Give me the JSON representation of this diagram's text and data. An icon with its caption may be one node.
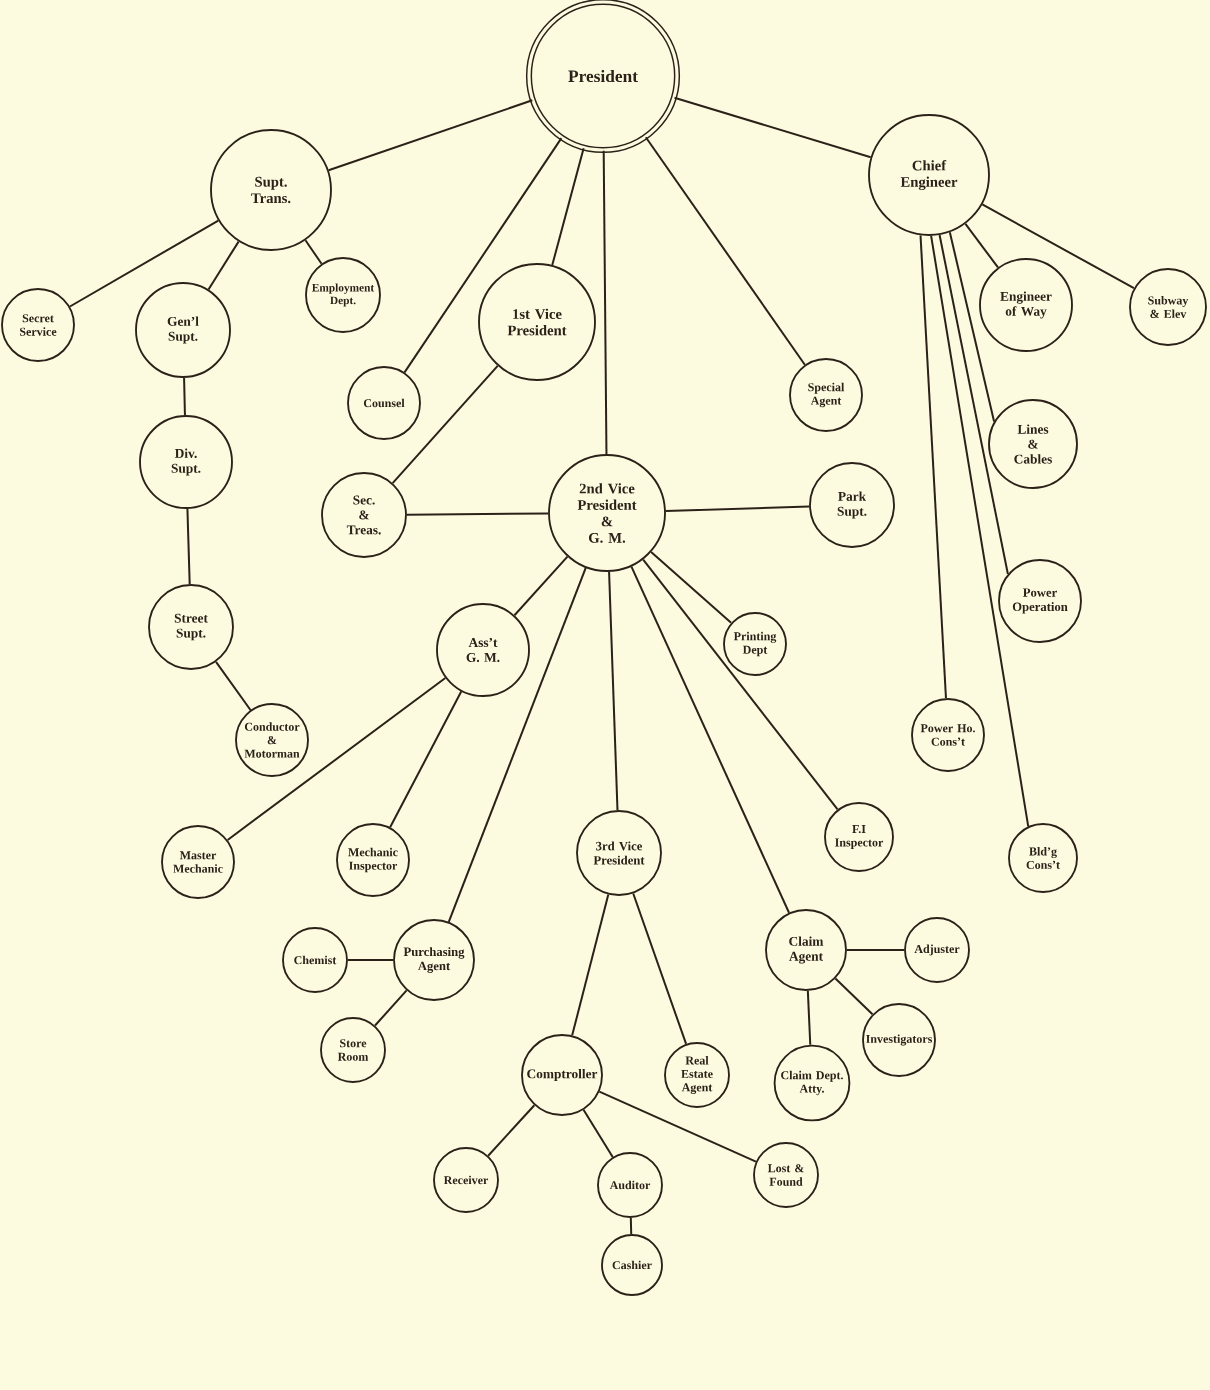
{
  "diagram": {
    "nodes": [
      {
        "text": [
          "President"
        ]
      },
      {
        "text": [
          "Supt. Trans."
        ]
      },
      {
        "text": [
          "Chief Engineer"
        ]
      },
      {
        "text": [
          "Secret Service"
        ]
      },
      {
        "text": [
          "Gen’l Supt."
        ]
      },
      {
        "text": [
          "Employment Dept."
        ]
      },
      {
        "text": [
          "1st Vice President"
        ]
      },
      {
        "text": [
          "Counsel"
        ]
      },
      {
        "text": [
          "Special Agent"
        ]
      },
      {
        "text": [
          "Engineer of Way"
        ]
      },
      {
        "text": [
          "Subway & Elev"
        ]
      },
      {
        "text": [
          "Div. Supt."
        ]
      },
      {
        "text": [
          "Lines & Cables"
        ]
      },
      {
        "text": [
          "Sec. & Treas."
        ]
      },
      {
        "text": [
          "2nd Vice President & G. M."
        ]
      },
      {
        "text": [
          "Park Supt."
        ]
      },
      {
        "text": [
          "Street Supt."
        ]
      },
      {
        "text": [
          "Ass’t G. M."
        ]
      },
      {
        "text": [
          "Printing Dept"
        ]
      },
      {
        "text": [
          "Power Operation"
        ]
      },
      {
        "text": [
          "Conductor & Motorman"
        ]
      },
      {
        "text": [
          "Power Ho. Cons’t"
        ]
      },
      {
        "text": [
          "Master Mechanic"
        ]
      },
      {
        "text": [
          "Mechanic Inspector"
        ]
      },
      {
        "text": [
          "3rd Vice President"
        ]
      },
      {
        "text": [
          "F.I Inspector"
        ]
      },
      {
        "text": [
          "Bld’g Cons’t"
        ]
      },
      {
        "text": [
          "Chemist"
        ]
      },
      {
        "text": [
          "Purchasing Agent"
        ]
      },
      {
        "text": [
          "Claim Agent"
        ]
      },
      {
        "text": [
          "Adjuster"
        ]
      },
      {
        "text": [
          "Store Room"
        ]
      },
      {
        "text": [
          "Investigators"
        ]
      },
      {
        "text": [
          "Comptroller"
        ]
      },
      {
        "text": [
          "Real Estate Agent"
        ]
      },
      {
        "text": [
          "Claim Dept. Atty."
        ]
      },
      {
        "text": [
          "Receiver"
        ]
      },
      {
        "text": [
          "Auditor"
        ]
      },
      {
        "text": [
          "Lost & Found"
        ]
      },
      {
        "text": [
          "Cashier"
        ]
      }
    ],
    "edges": [
      {
        "from": 0,
        "to": 1,
        "arrow": "none"
      },
      {
        "from": 0,
        "to": 2,
        "arrow": "none"
      },
      {
        "from": 0,
        "to": 7,
        "arrow": "none"
      },
      {
        "from": 0,
        "to": 6,
        "arrow": "none"
      },
      {
        "from": 0,
        "to": 14,
        "arrow": "none"
      },
      {
        "from": 0,
        "to": 8,
        "arrow": "none"
      },
      {
        "from": 1,
        "to": 3,
        "arrow": "none"
      },
      {
        "from": 1,
        "to": 4,
        "arrow": "none"
      },
      {
        "from": 1,
        "to": 5,
        "arrow": "none"
      },
      {
        "from": 4,
        "to": 11,
        "arrow": "none"
      },
      {
        "from": 11,
        "to": 16,
        "arrow": "none"
      },
      {
        "from": 16,
        "to": 20,
        "arrow": "none"
      },
      {
        "from": 6,
        "to": 13,
        "arrow": "none"
      },
      {
        "from": 2,
        "to": 9,
        "arrow": "none"
      },
      {
        "from": 2,
        "to": 10,
        "arrow": "none"
      },
      {
        "from": 2,
        "to": 12,
        "arrow": "none"
      },
      {
        "from": 2,
        "to": 19,
        "arrow": "none"
      },
      {
        "from": 2,
        "to": 21,
        "arrow": "none"
      },
      {
        "from": 2,
        "to": 26,
        "arrow": "none"
      },
      {
        "from": 14,
        "to": 13,
        "arrow": "none"
      },
      {
        "from": 14,
        "to": 15,
        "arrow": "none"
      },
      {
        "from": 14,
        "to": 17,
        "arrow": "none"
      },
      {
        "from": 14,
        "to": 28,
        "arrow": "none"
      },
      {
        "from": 14,
        "to": 24,
        "arrow": "none"
      },
      {
        "from": 14,
        "to": 29,
        "arrow": "none"
      },
      {
        "from": 14,
        "to": 25,
        "arrow": "none"
      },
      {
        "from": 14,
        "to": 18,
        "arrow": "none"
      },
      {
        "from": 17,
        "to": 22,
        "arrow": "none"
      },
      {
        "from": 17,
        "to": 23,
        "arrow": "none"
      },
      {
        "from": 28,
        "to": 27,
        "arrow": "none"
      },
      {
        "from": 28,
        "to": 31,
        "arrow": "none"
      },
      {
        "from": 24,
        "to": 33,
        "arrow": "none"
      },
      {
        "from": 24,
        "to": 34,
        "arrow": "none"
      },
      {
        "from": 33,
        "to": 36,
        "arrow": "none"
      },
      {
        "from": 33,
        "to": 37,
        "arrow": "none"
      },
      {
        "from": 33,
        "to": 38,
        "arrow": "none"
      },
      {
        "from": 37,
        "to": 39,
        "arrow": "none"
      },
      {
        "from": 29,
        "to": 30,
        "arrow": "none"
      },
      {
        "from": 29,
        "to": 35,
        "arrow": "none"
      },
      {
        "from": 29,
        "to": 32,
        "arrow": "none"
      }
    ]
  }
}
